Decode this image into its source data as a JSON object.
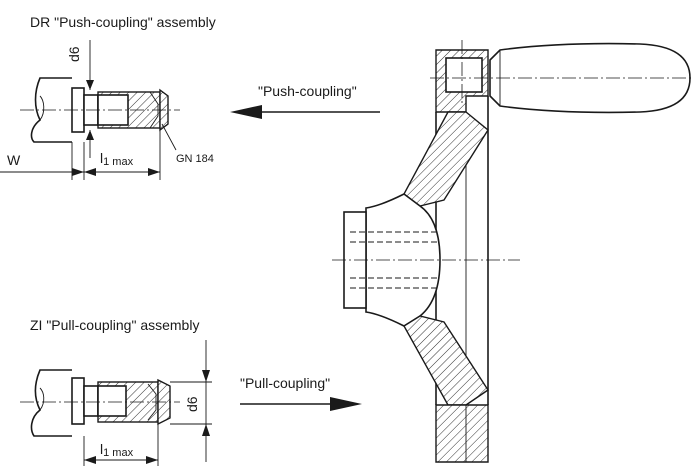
{
  "labels": {
    "dr_title": "DR  \"Push-coupling\" assembly",
    "zi_title": "ZI  \"Pull-coupling\" assembly",
    "push_coupling": "\"Push-coupling\"",
    "pull_coupling": "\"Pull-coupling\"",
    "d6": "d6",
    "w": "W",
    "l1max_main": "l",
    "l1max_sub": "1 max",
    "gn184": "GN 184"
  },
  "colors": {
    "line": "#1a1a1a",
    "background": "#ffffff"
  }
}
